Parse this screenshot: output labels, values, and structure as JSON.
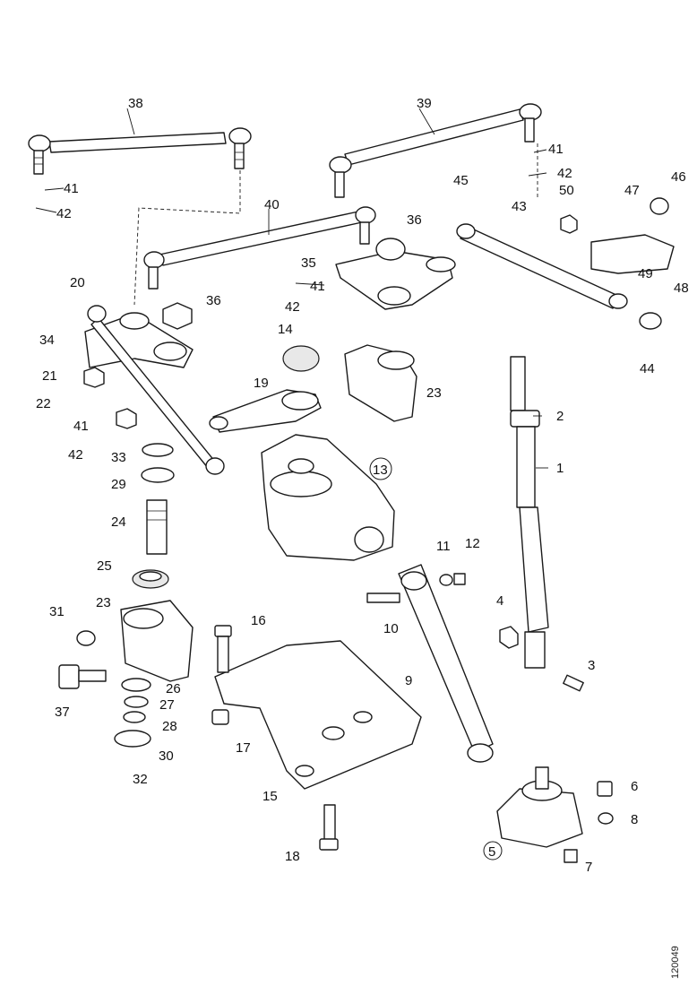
{
  "diagram": {
    "callouts": {
      "c1": "1",
      "c2": "2",
      "c3": "3",
      "c4": "4",
      "c5": "5",
      "c6": "6",
      "c7": "7",
      "c8": "8",
      "c9": "9",
      "c10": "10",
      "c11": "11",
      "c12": "12",
      "c13": "13",
      "c14": "14",
      "c15": "15",
      "c16": "16",
      "c17": "17",
      "c18": "18",
      "c19": "19",
      "c20": "20",
      "c21": "21",
      "c22": "22",
      "c23a": "23",
      "c23b": "23",
      "c24": "24",
      "c25": "25",
      "c26": "26",
      "c27": "27",
      "c28": "28",
      "c29": "29",
      "c30": "30",
      "c31": "31",
      "c32": "32",
      "c33": "33",
      "c34": "34",
      "c35": "35",
      "c36a": "36",
      "c36b": "36",
      "c37": "37",
      "c38": "38",
      "c39": "39",
      "c40": "40",
      "c41a": "41",
      "c41b": "41",
      "c41c": "41",
      "c41d": "41",
      "c42a": "42",
      "c42b": "42",
      "c42c": "42",
      "c42d": "42",
      "c43": "43",
      "c44": "44",
      "c45": "45",
      "c46": "46",
      "c47": "47",
      "c48": "48",
      "c49": "49",
      "c50": "50"
    },
    "reference_code": "120049",
    "colors": {
      "line": "#1a1a1a",
      "paper": "#ffffff",
      "shade": "#e8e8e8"
    }
  }
}
